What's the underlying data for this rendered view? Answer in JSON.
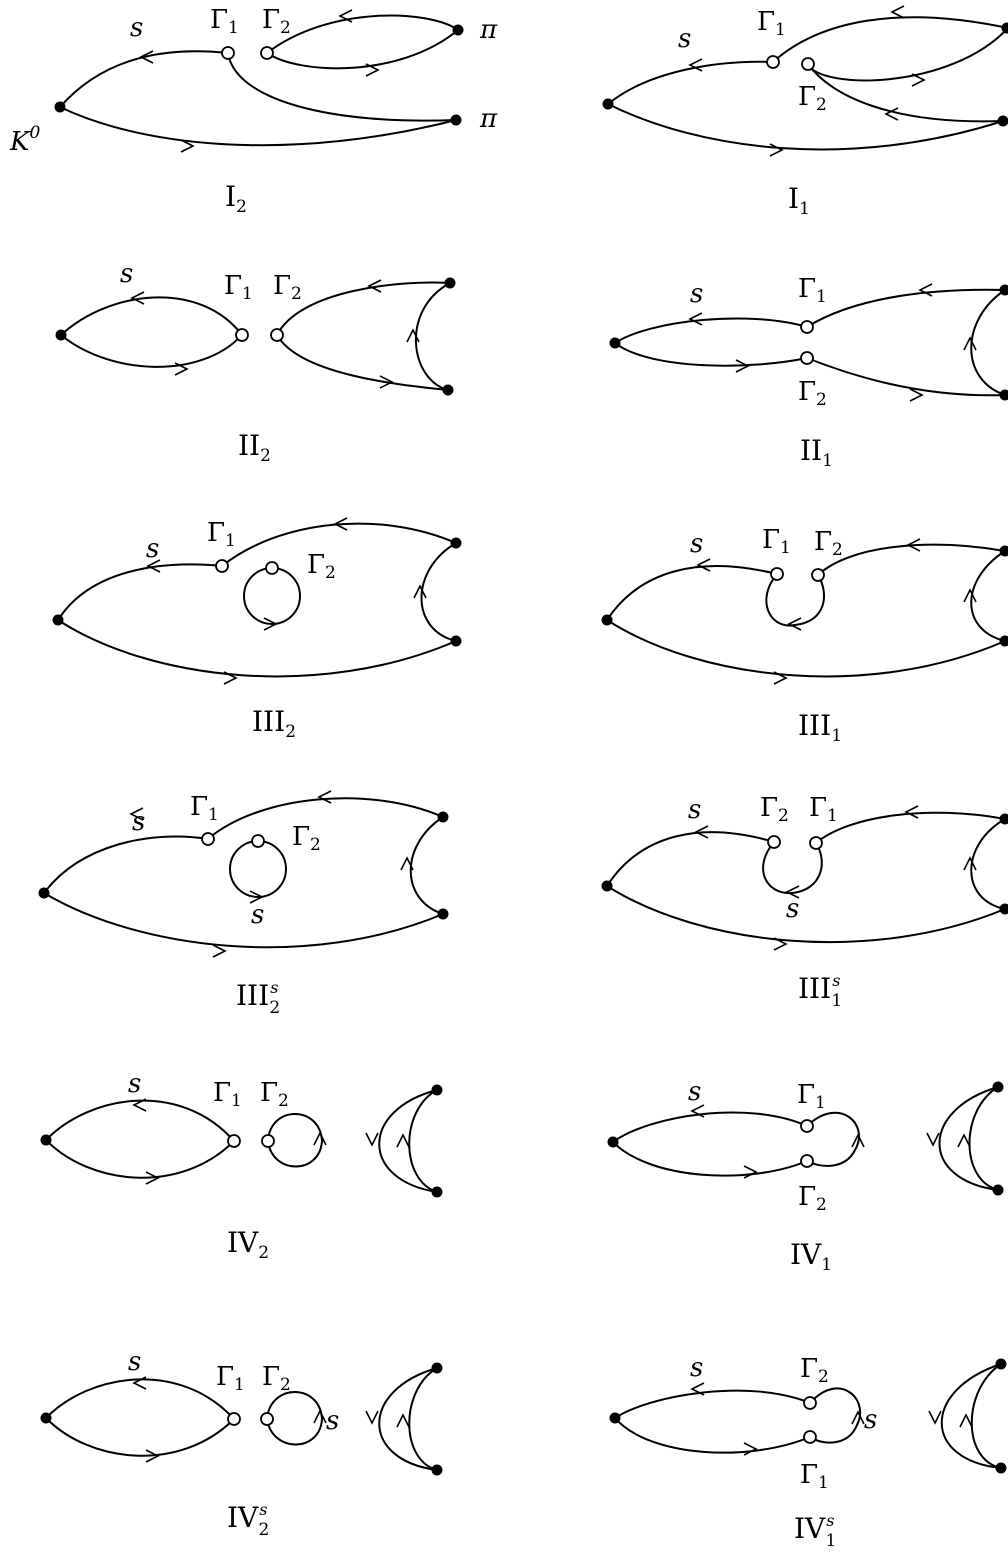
{
  "labels": {
    "s": "s",
    "gamma": "Γ",
    "one": "1",
    "two": "2",
    "pi": "π",
    "k": "K",
    "zero": "0"
  },
  "captions": [
    {
      "id": "I_2",
      "base": "I",
      "sub": "2",
      "sup": ""
    },
    {
      "id": "I_1",
      "base": "I",
      "sub": "1",
      "sup": ""
    },
    {
      "id": "II_2",
      "base": "II",
      "sub": "2",
      "sup": ""
    },
    {
      "id": "II_1",
      "base": "II",
      "sub": "1",
      "sup": ""
    },
    {
      "id": "III_2",
      "base": "III",
      "sub": "2",
      "sup": ""
    },
    {
      "id": "III_1",
      "base": "III",
      "sub": "1",
      "sup": ""
    },
    {
      "id": "III_2_s",
      "base": "III",
      "sub": "2",
      "sup": "s"
    },
    {
      "id": "III_1_s",
      "base": "III",
      "sub": "1",
      "sup": "s"
    },
    {
      "id": "IV_2",
      "base": "IV",
      "sub": "2",
      "sup": ""
    },
    {
      "id": "IV_1",
      "base": "IV",
      "sub": "1",
      "sup": ""
    },
    {
      "id": "IV_2_s",
      "base": "IV",
      "sub": "2",
      "sup": "s"
    },
    {
      "id": "IV_1_s",
      "base": "IV",
      "sub": "1",
      "sup": "s"
    }
  ]
}
